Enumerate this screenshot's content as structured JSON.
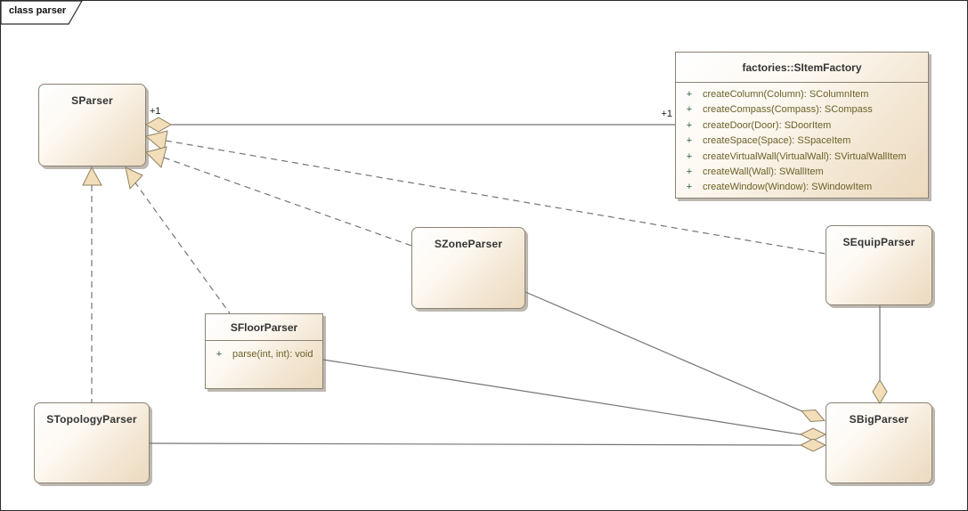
{
  "diagram": {
    "tab_label": "class parser",
    "type": "uml-class-diagram"
  },
  "classes": {
    "sparser": {
      "name": "SParser"
    },
    "factory": {
      "name": "factories::SItemFactory",
      "methods": [
        {
          "vis": "+",
          "sig": "createColumn(Column): SColumnItem"
        },
        {
          "vis": "+",
          "sig": "createCompass(Compass): SCompass"
        },
        {
          "vis": "+",
          "sig": "createDoor(Door): SDoorItem"
        },
        {
          "vis": "+",
          "sig": "createSpace(Space): SSpaceItem"
        },
        {
          "vis": "+",
          "sig": "createVirtualWall(VirtualWall): SVirtualWallItem"
        },
        {
          "vis": "+",
          "sig": "createWall(Wall): SWallItem"
        },
        {
          "vis": "+",
          "sig": "createWindow(Window): SWindowItem"
        }
      ]
    },
    "szone": {
      "name": "SZoneParser"
    },
    "sfloor": {
      "name": "SFloorParser",
      "methods": [
        {
          "vis": "+",
          "sig": "parse(int, int): void"
        }
      ]
    },
    "stopology": {
      "name": "STopologyParser"
    },
    "sequip": {
      "name": "SEquipParser"
    },
    "sbig": {
      "name": "SBigParser"
    }
  },
  "labels": {
    "sparser_factory_mult_source": "+1",
    "sparser_factory_mult_target": "+1"
  },
  "relationships": [
    {
      "from": "SParser",
      "to": "factories::SItemFactory",
      "kind": "aggregation",
      "style": "solid",
      "source_mult": "+1",
      "target_mult": "+1"
    },
    {
      "from": "SEquipParser",
      "to": "SParser",
      "kind": "realization",
      "style": "dashed"
    },
    {
      "from": "SZoneParser",
      "to": "SParser",
      "kind": "realization",
      "style": "dashed"
    },
    {
      "from": "STopologyParser",
      "to": "SParser",
      "kind": "realization",
      "style": "dashed"
    },
    {
      "from": "SFloorParser",
      "to": "SParser",
      "kind": "realization",
      "style": "dashed"
    },
    {
      "from": "SZoneParser",
      "to": "SBigParser",
      "kind": "aggregation",
      "style": "solid"
    },
    {
      "from": "SFloorParser",
      "to": "SBigParser",
      "kind": "aggregation",
      "style": "solid"
    },
    {
      "from": "STopologyParser",
      "to": "SBigParser",
      "kind": "aggregation",
      "style": "solid"
    },
    {
      "from": "SEquipParser",
      "to": "SBigParser",
      "kind": "aggregation",
      "style": "solid"
    }
  ],
  "colors": {
    "box_fill_top": "#ffffff",
    "box_fill_bottom": "#ecd9bf",
    "box_border": "#8b8274",
    "box_shadow": "#bdb9b1",
    "line": "#757575",
    "arrow_fill": "#f2dfba",
    "arrow_stroke": "#8f8061",
    "title_text": "#343434",
    "method_text": "#6a6128",
    "visibility_text": "#2a5c46",
    "frame_border": "#2b2b2b"
  }
}
